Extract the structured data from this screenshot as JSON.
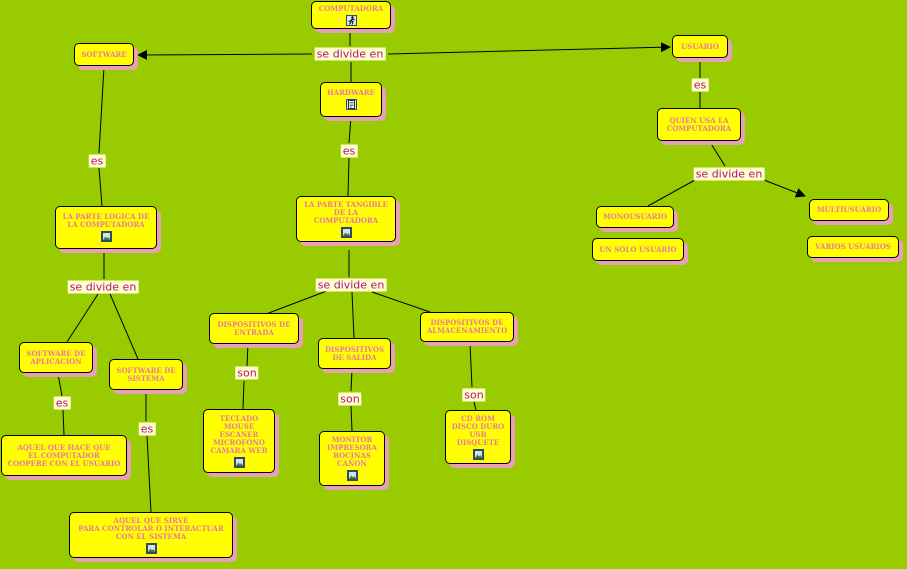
{
  "nodes": {
    "computadora": "COMPUTADORA",
    "software": "SOFTWARE",
    "hardware": "HARDWARE",
    "usuario": "USUARIO",
    "quien_usa": "QUIEN USA LA\nCOMPUTADORA",
    "monousuario": "MONOUSUARIO",
    "multiusuario": "MULTIUSUARIO",
    "un_solo": "UN SOLO USUARIO",
    "varios": "VARIOS USUARIOS",
    "logica": "LA PARTE LOGICA DE\nLA COMPUTADORA",
    "tangible": "LA PARTE TANGIBLE\nDE LA\nCOMPUTADORA",
    "sw_aplicacion": "SOFTWARE DE\nAPLICACION",
    "sw_sistema": "SOFTWARE DE\nSISTEMA",
    "aquel_hace": "AQUEL QUE HACE QUE\nEL COMPUTADOR\nCOOPERE CON EL USUARIO",
    "aquel_sirve": "AQUEL QUE SIRVE\nPARA CONTROLAR O INTERACTUAR\nCON EL SISTEMA",
    "entrada": "DISPOSITIVOS DE\nENTRADA",
    "salida": "DISPOSITIVOS\nDE SALIDA",
    "almacenamiento": "DISPOSITIVOS DE\nALMACENAMIENTO",
    "teclado": "TECLADO\nMOUSE\nESCANER\nMICROFONO\nCAMARA WEB",
    "monitor": "MONITOR\nIMPRESORA\nBOCINAS\nCAÑON",
    "cdrom": "CD ROM\nDISCO DURO\nUSB\nDISQUETE"
  },
  "links": {
    "se_divide_en_top": "se divide en",
    "es_software": "es",
    "es_hardware": "es",
    "es_usuario": "es",
    "se_divide_en_usuario": "se divide en",
    "se_divide_en_software": "se divide en",
    "se_divide_en_hardware": "se divide en",
    "es_aplicacion": "es",
    "es_sistema": "es",
    "son_entrada": "son",
    "son_salida": "son",
    "son_almacenamiento": "son"
  },
  "icons": {
    "computadora": "running-person-icon",
    "hardware": "document-icon",
    "image_attachment": "image-icon"
  },
  "colors": {
    "background": "#99cc00",
    "node_fill": "#ffff00",
    "node_text": "#e878a8",
    "node_shadow": "#e8a0b4",
    "link_text": "#b0108a",
    "link_label_bg": "#ffffcc"
  }
}
